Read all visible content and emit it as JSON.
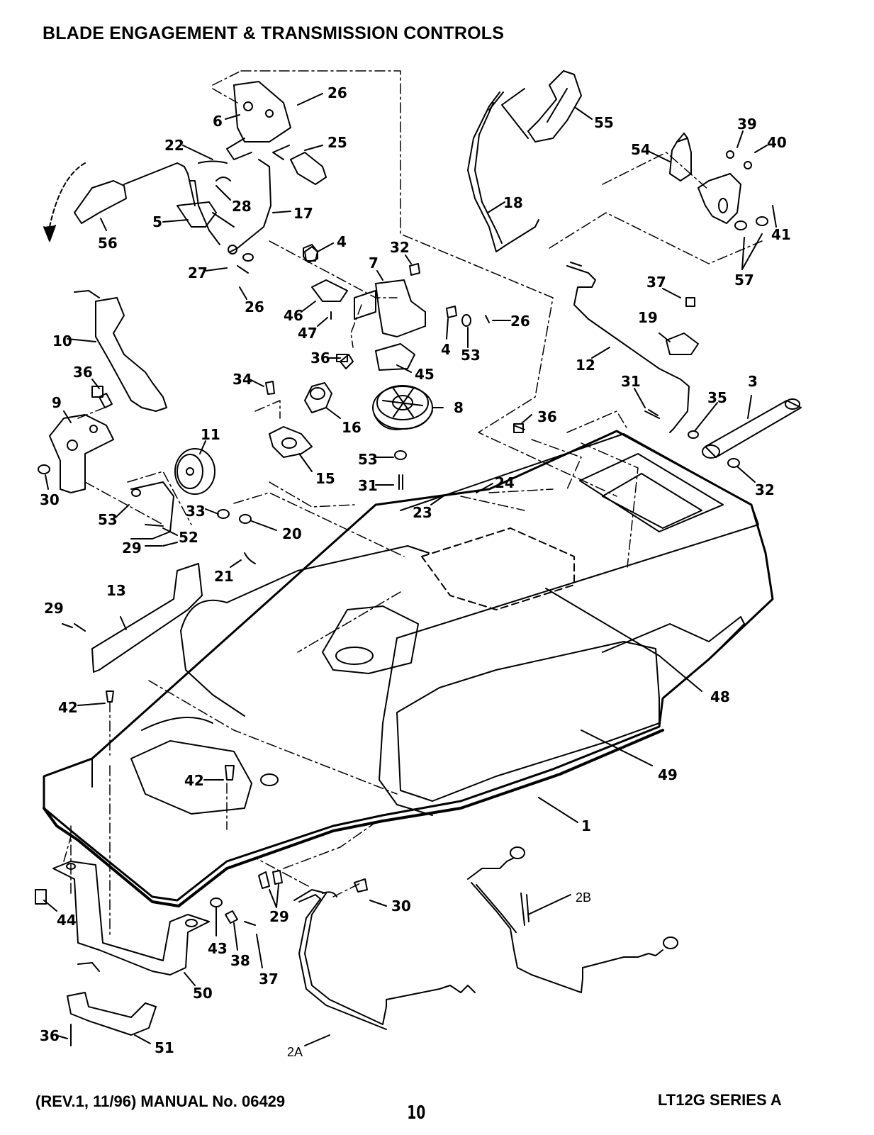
{
  "header": {
    "title": "BLADE ENGAGEMENT & TRANSMISSION CONTROLS"
  },
  "footer": {
    "left": "(REV.1, 11/96) MANUAL No. 06429",
    "page": "10",
    "right": "LT12G SERIES A"
  },
  "callouts": [
    {
      "label": "26"
    },
    {
      "label": "6"
    },
    {
      "label": "25"
    },
    {
      "label": "22"
    },
    {
      "label": "28"
    },
    {
      "label": "17"
    },
    {
      "label": "5"
    },
    {
      "label": "56"
    },
    {
      "label": "4"
    },
    {
      "label": "27"
    },
    {
      "label": "26"
    },
    {
      "label": "55"
    },
    {
      "label": "18"
    },
    {
      "label": "54"
    },
    {
      "label": "39"
    },
    {
      "label": "40"
    },
    {
      "label": "41"
    },
    {
      "label": "57"
    },
    {
      "label": "32"
    },
    {
      "label": "7"
    },
    {
      "label": "46"
    },
    {
      "label": "47"
    },
    {
      "label": "26"
    },
    {
      "label": "4"
    },
    {
      "label": "53"
    },
    {
      "label": "36"
    },
    {
      "label": "45"
    },
    {
      "label": "37"
    },
    {
      "label": "19"
    },
    {
      "label": "12"
    },
    {
      "label": "10"
    },
    {
      "label": "36"
    },
    {
      "label": "9"
    },
    {
      "label": "34"
    },
    {
      "label": "16"
    },
    {
      "label": "8"
    },
    {
      "label": "31"
    },
    {
      "label": "35"
    },
    {
      "label": "3"
    },
    {
      "label": "36"
    },
    {
      "label": "11"
    },
    {
      "label": "15"
    },
    {
      "label": "53"
    },
    {
      "label": "31"
    },
    {
      "label": "32"
    },
    {
      "label": "30"
    },
    {
      "label": "53"
    },
    {
      "label": "52"
    },
    {
      "label": "33"
    },
    {
      "label": "20"
    },
    {
      "label": "24"
    },
    {
      "label": "23"
    },
    {
      "label": "29"
    },
    {
      "label": "21"
    },
    {
      "label": "13"
    },
    {
      "label": "29"
    },
    {
      "label": "48"
    },
    {
      "label": "42"
    },
    {
      "label": "49"
    },
    {
      "label": "42"
    },
    {
      "label": "1"
    },
    {
      "label": "44"
    },
    {
      "label": "29"
    },
    {
      "label": "30"
    },
    {
      "label": "2B"
    },
    {
      "label": "43"
    },
    {
      "label": "38"
    },
    {
      "label": "37"
    },
    {
      "label": "50"
    },
    {
      "label": "2A"
    },
    {
      "label": "36"
    },
    {
      "label": "51"
    }
  ]
}
